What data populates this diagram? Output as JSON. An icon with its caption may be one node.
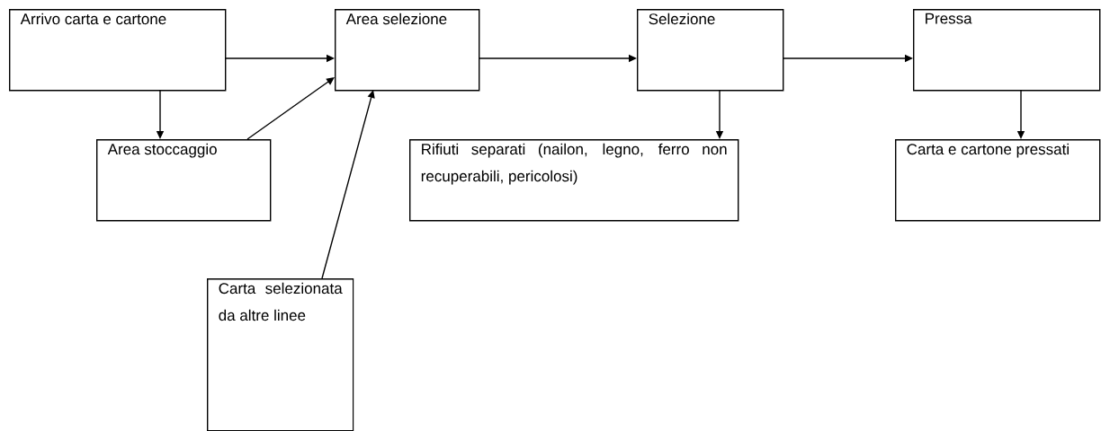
{
  "diagram": {
    "nodes": [
      {
        "text": [
          "Arrivo carta e cartone"
        ]
      },
      {
        "text": [
          "Area selezione"
        ]
      },
      {
        "text": [
          "Selezione"
        ]
      },
      {
        "text": [
          "Pressa"
        ]
      },
      {
        "text": [
          "Area stoccaggio"
        ]
      },
      {
        "text": [
          "Rifiuti separati (nailon, legno, ferro non recuperabili, pericolosi)"
        ]
      },
      {
        "text": [
          "Carta e cartone pressati"
        ]
      },
      {
        "text": [
          "Carta selezionata da altre linee"
        ]
      }
    ],
    "edges": [
      {
        "from": 0,
        "to": 1,
        "arrow": "to"
      },
      {
        "from": 0,
        "to": 4,
        "arrow": "to"
      },
      {
        "from": 4,
        "to": 1,
        "arrow": "to"
      },
      {
        "from": 7,
        "to": 1,
        "arrow": "to"
      },
      {
        "from": 1,
        "to": 2,
        "arrow": "to"
      },
      {
        "from": 2,
        "to": 5,
        "arrow": "to"
      },
      {
        "from": 2,
        "to": 3,
        "arrow": "to"
      },
      {
        "from": 3,
        "to": 6,
        "arrow": "to"
      }
    ]
  }
}
